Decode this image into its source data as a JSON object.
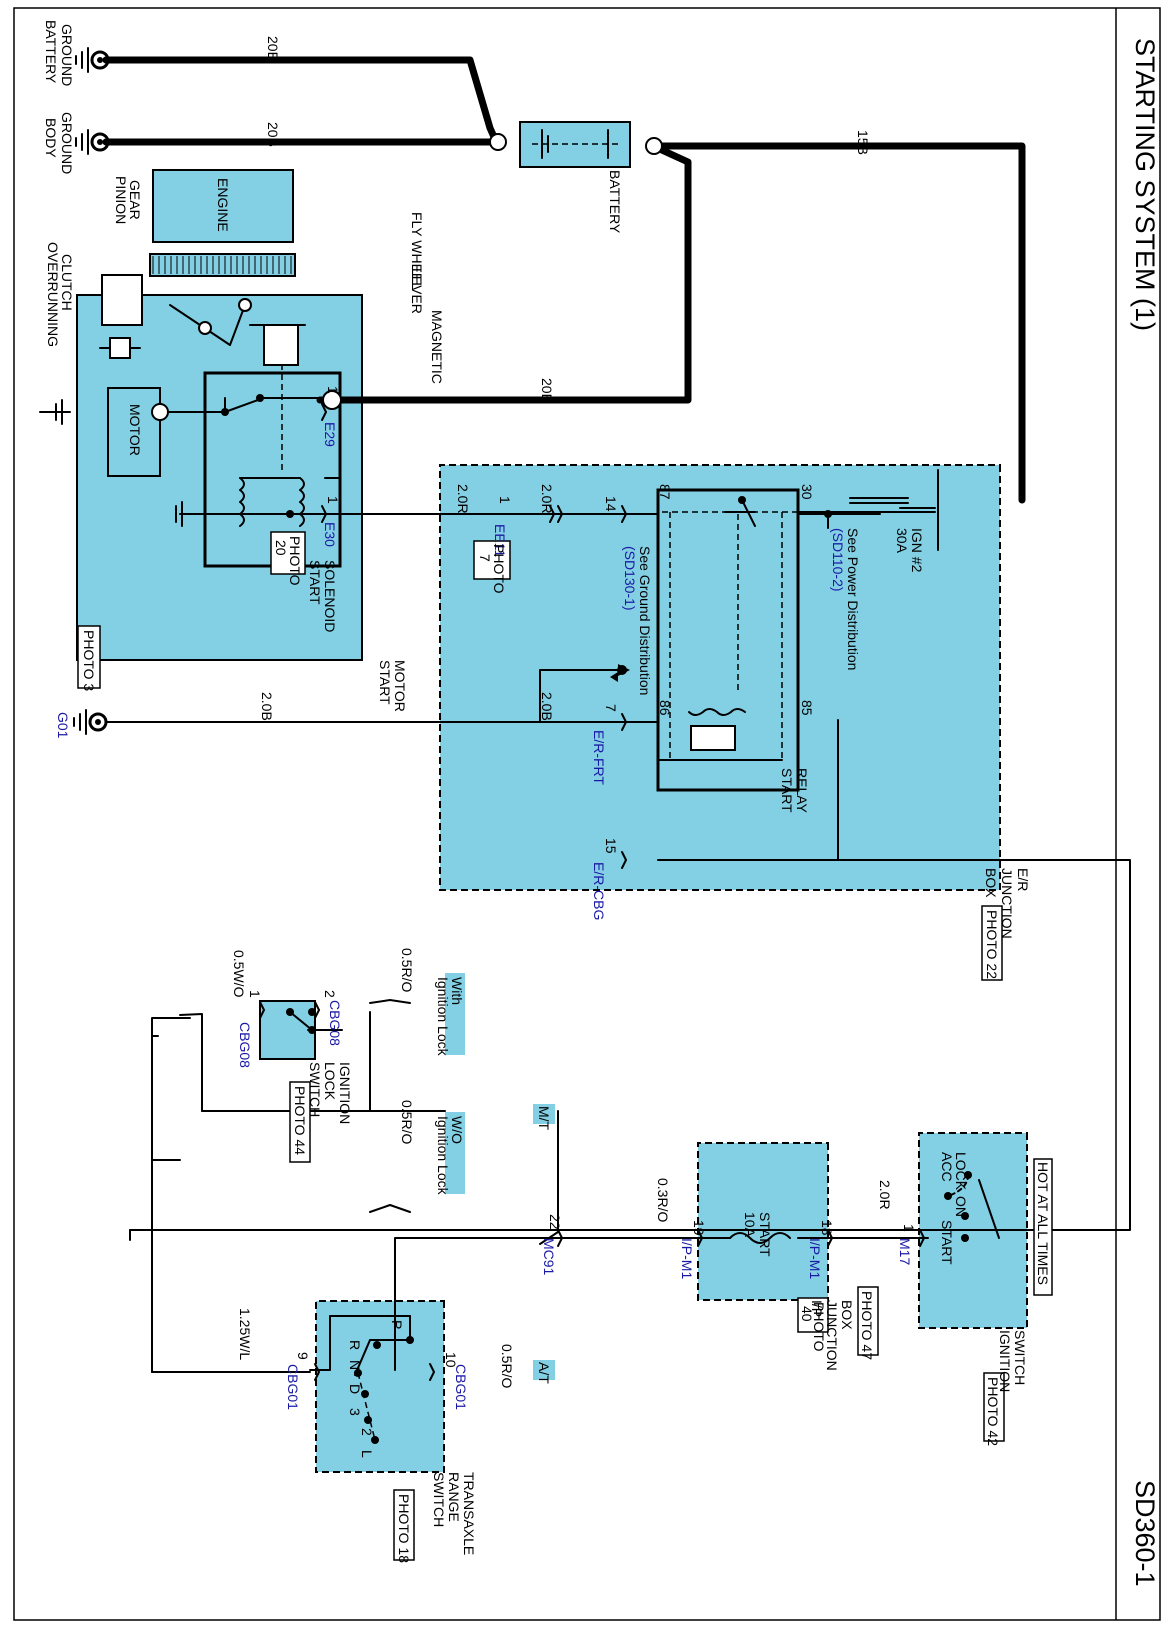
{
  "page": {
    "title": "STARTING SYSTEM (1)",
    "code": "SD360-1"
  },
  "colors": {
    "component_fill": "#83CFE3",
    "connector_id": "#1a1aa6",
    "wire": "#000000"
  },
  "grounds": {
    "battery_ground": [
      "BATTERY",
      "GROUND"
    ],
    "body_ground": [
      "BODY",
      "GROUND"
    ],
    "g01": "G01"
  },
  "battery": {
    "label": "BATTERY"
  },
  "engine": {
    "engine": "ENGINE",
    "flywheel": "FLY WHEEL",
    "pinion_gear": [
      "PINION",
      "GEAR"
    ],
    "overrunning_clutch": [
      "OVERRUNNING",
      "CLUTCH"
    ],
    "lever": "LEVER",
    "magnetic": "MAGNETIC",
    "motor": "MOTOR"
  },
  "start_motor": {
    "label": [
      "START",
      "MOTOR"
    ],
    "photo": "PHOTO 3",
    "solenoid": [
      "START",
      "SOLENOID"
    ],
    "solenoid_photo": [
      "PHOTO",
      "20"
    ],
    "e29": "E29",
    "e30": "E30",
    "pin_e29": "1",
    "pin_e30": "1"
  },
  "ee11": {
    "id": "EE11",
    "pin": "1",
    "photo": [
      "PHOTO",
      "7"
    ]
  },
  "er_junction_box": {
    "label": [
      "E/R",
      "JUNCTION",
      "BOX"
    ],
    "photo": "PHOTO 22",
    "fuse": [
      "IGN #2",
      "30A"
    ],
    "power_note": [
      "See Power Distribution",
      "(SD110-2)"
    ],
    "ground_note": [
      "See Ground Distribution",
      "(SD130-1)"
    ],
    "relay": [
      "START",
      "RELAY"
    ],
    "relay_pins": [
      "30",
      "87",
      "86",
      "85"
    ],
    "pin14": "14",
    "pin7": "7",
    "pin15": "15",
    "er_frt": "E/R-FRT",
    "er_cbg": "E/R-CBG"
  },
  "wires": {
    "w20b_batt_gnd": "20B",
    "w20b_body_gnd": "20B",
    "w15b": "15B",
    "w20b_motor": "20B",
    "w20r_a": "2.0R",
    "w20r_b": "2.0R",
    "w20b_g01": "2.0B",
    "w20b_erfrt": "2.0B",
    "w05wo": "0.5W/O",
    "w05ro_a": "0.5R/O",
    "w05ro_b": "0.5R/O",
    "w03ro": "0.3R/O",
    "w20r_ign": "2.0R",
    "w05ro_at": "0.5R/O",
    "w125wl": "1.25W/L"
  },
  "ignition_switch": {
    "hot": "HOT AT ALL TIMES",
    "label": [
      "IGNITION",
      "SWITCH"
    ],
    "photo": "PHOTO 42",
    "positions": [
      "LOCK",
      "ACC",
      "ON",
      "START"
    ],
    "m17": "M17",
    "pin1": "1"
  },
  "ip_junction_box": {
    "label": [
      "I/P",
      "JUNCTION",
      "BOX"
    ],
    "photo": [
      "PHOTO",
      "40"
    ],
    "fuse": [
      "START",
      "10A"
    ],
    "ip_m1_a": "I/P-M1",
    "ip_m1_b": "I/P-M1",
    "pin18": "18",
    "pin19": "19"
  },
  "mc91": {
    "id": "MC91",
    "pin": "22",
    "photo": "PHOTO 47"
  },
  "options": {
    "mt": "M/T",
    "at": "A/T",
    "with_lock": [
      "With",
      "Ignition Lock"
    ],
    "wo_lock": [
      "W/O",
      "Ignition Lock"
    ]
  },
  "ignition_lock_switch": {
    "label": [
      "IGNITION",
      "LOCK",
      "SWITCH"
    ],
    "photo": "PHOTO 44",
    "cbg08_a": "CBG08",
    "cbg08_b": "CBG08",
    "pin1": "1",
    "pin2": "2"
  },
  "transaxle_switch": {
    "label": [
      "TRANSAXLE",
      "RANGE",
      "SWITCH"
    ],
    "photo": "PHOTO 18",
    "positions": [
      "P",
      "R",
      "N",
      "D",
      "3",
      "2",
      "L"
    ],
    "cbg01_a": "CBG01",
    "cbg01_b": "CBG01",
    "pin9": "9",
    "pin10": "10"
  }
}
